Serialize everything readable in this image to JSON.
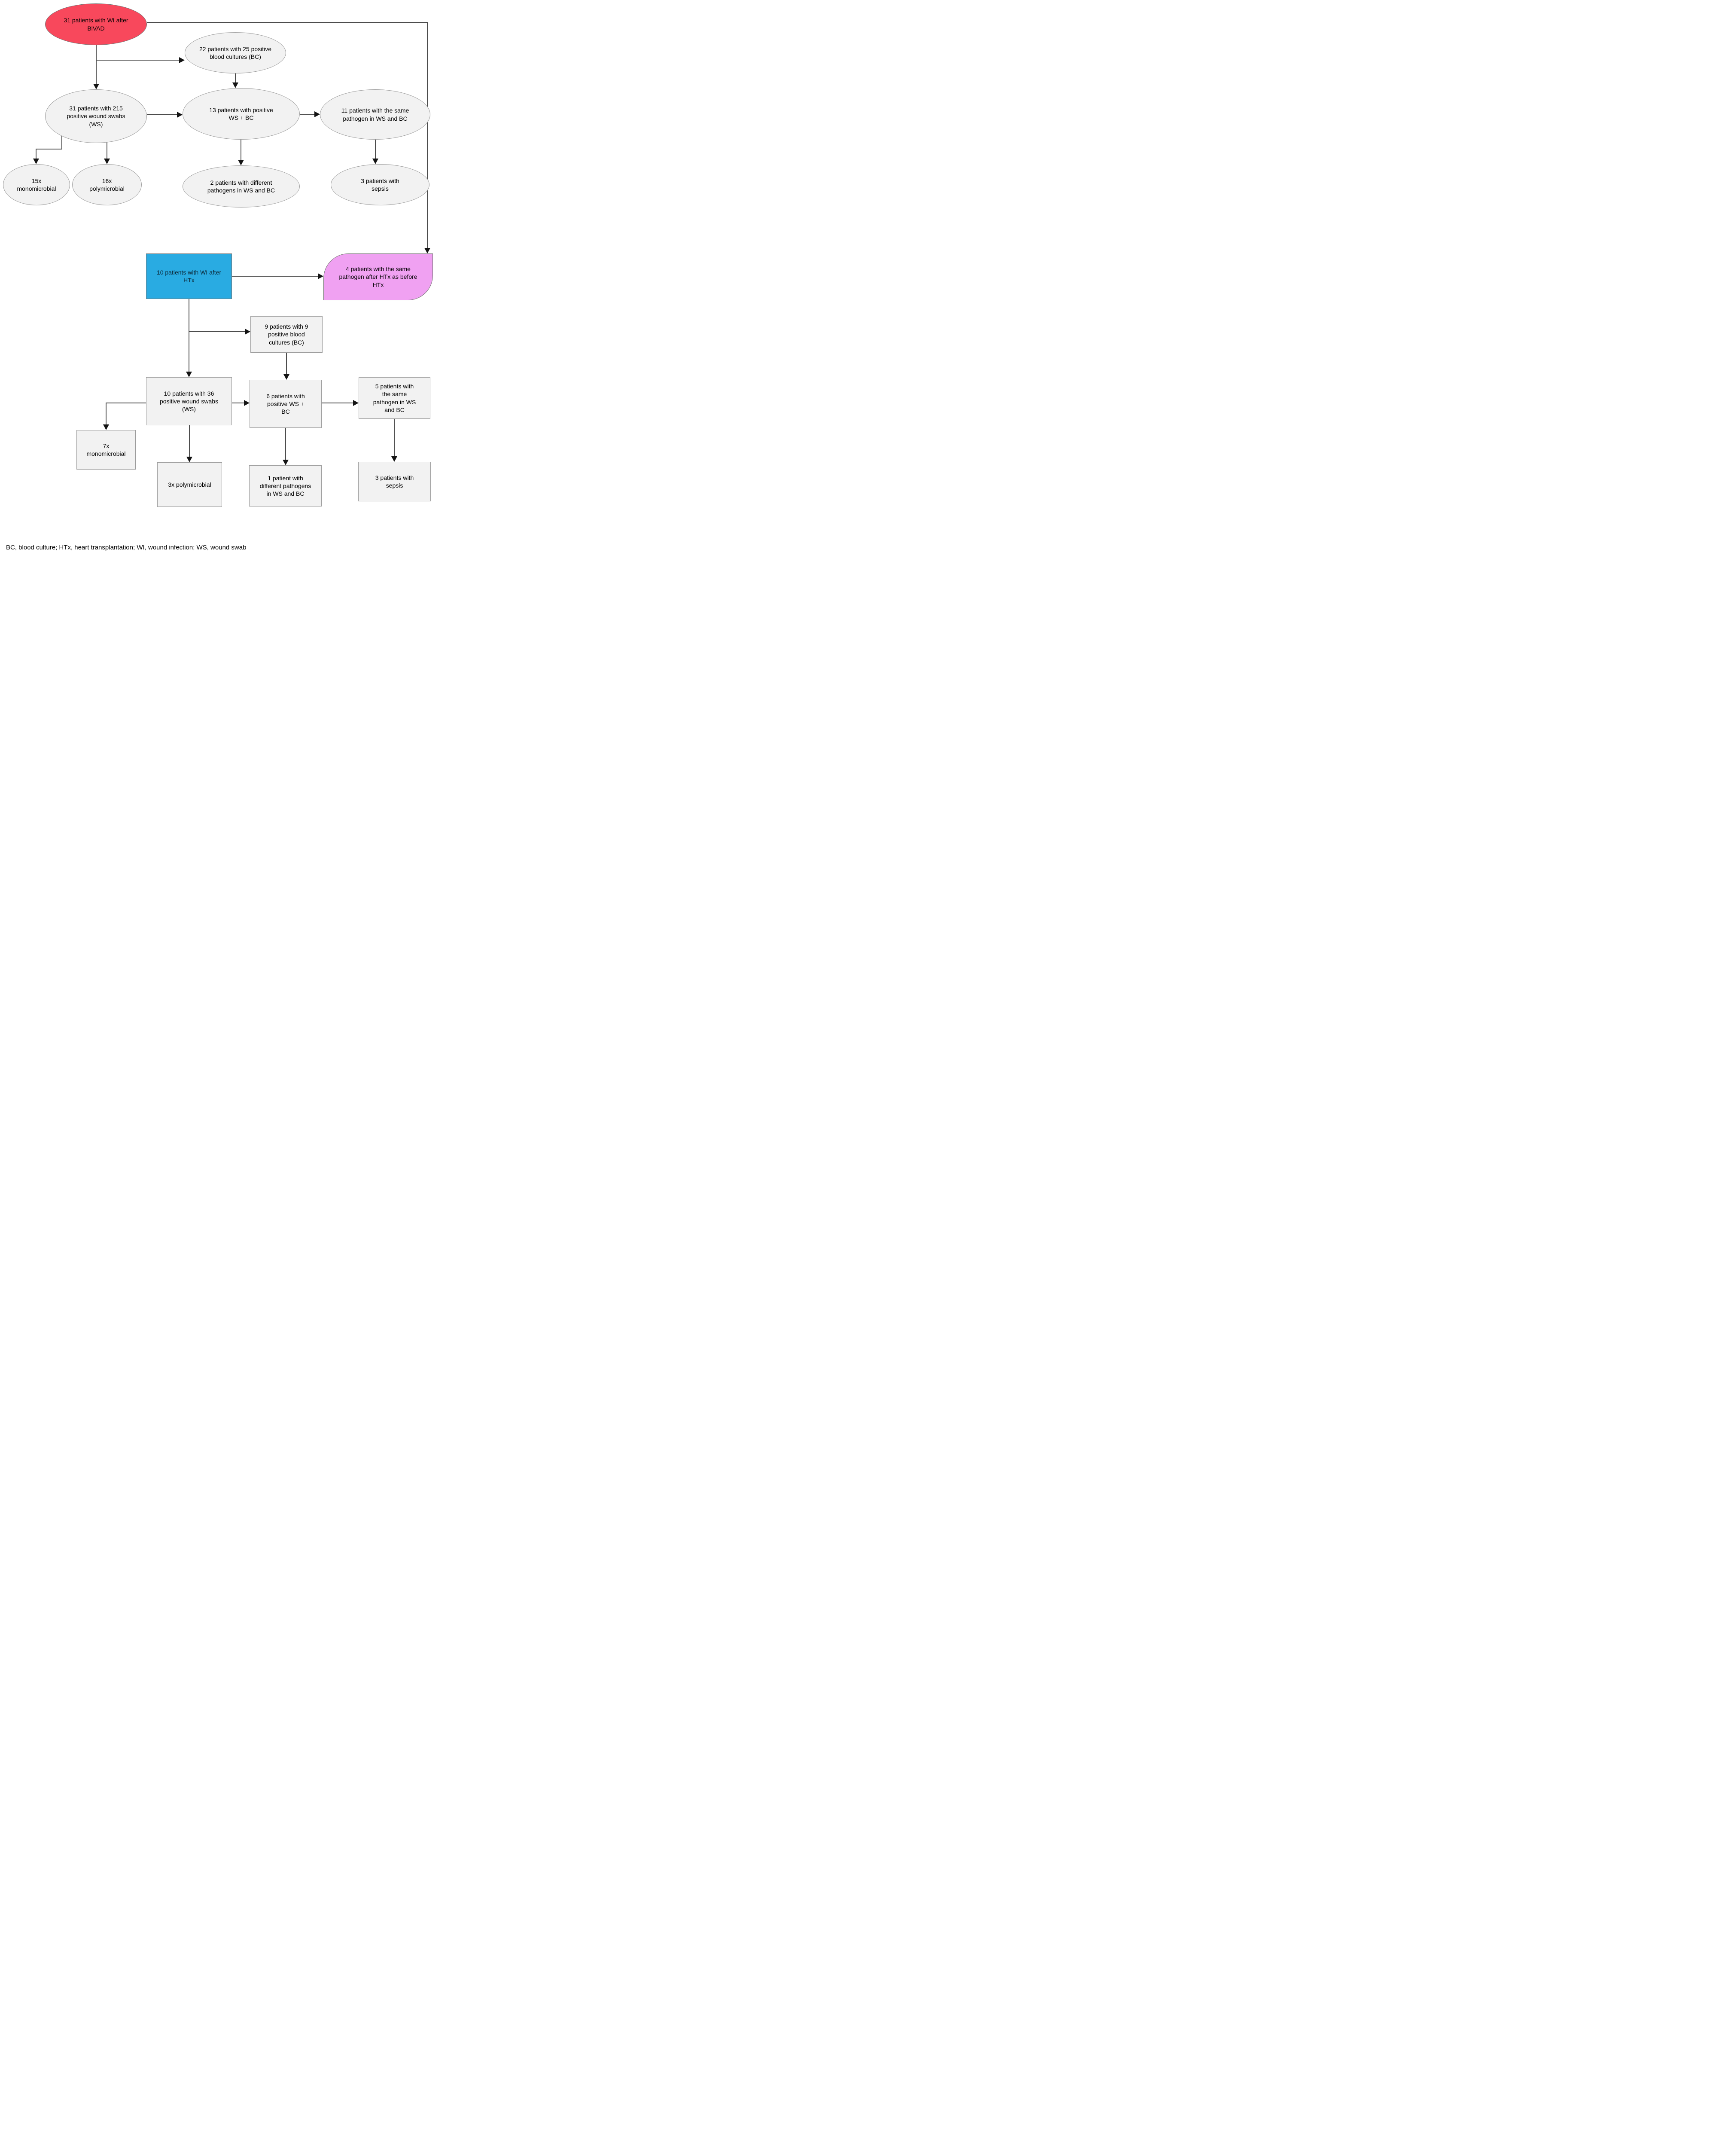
{
  "figure": {
    "type": "flowchart",
    "topic": "Wound infection microbiology after BiVAD and after heart transplantation"
  },
  "colors": {
    "bivad_fill": "#f8485c",
    "htx_fill": "#29abe2",
    "same_pathogen_fill": "#f0a1f2",
    "node_fill": "#f2f2f2",
    "node_border": "#9c9c9c",
    "line_color": "#4d4d4d",
    "arrow_color": "#141414"
  },
  "nodes": {
    "bivad": {
      "label": "31 patients with WI after\nBiVAD"
    },
    "bc22": {
      "label": "22 patients with 25 positive\nblood cultures (BC)"
    },
    "ws31": {
      "label": "31 patients with 215\npositive wound swabs\n(WS)"
    },
    "wsbc13": {
      "label": "13 patients with positive\nWS + BC"
    },
    "same11": {
      "label": "11 patients with the same\npathogen in WS and BC"
    },
    "mono15": {
      "label": "15x\nmonomicrobial"
    },
    "poly16": {
      "label": "16x\npolymicrobial"
    },
    "diff2": {
      "label": "2 patients with different\npathogens in WS and BC"
    },
    "sepsis3a": {
      "label": "3 patients with\nsepsis"
    },
    "htx10": {
      "label": "10 patients with WI after\nHTx"
    },
    "same4": {
      "label": "4 patients with the same\npathogen after HTx as before\nHTx"
    },
    "bc9": {
      "label": "9 patients with 9\npositive blood\ncultures (BC)"
    },
    "ws10": {
      "label": "10 patients with 36\npositive wound swabs\n(WS)"
    },
    "wsbc6": {
      "label": "6 patients with\npositive WS +\nBC"
    },
    "same5": {
      "label": "5 patients with\nthe same\npathogen in WS\nand BC"
    },
    "mono7": {
      "label": "7x\nmonomicrobial"
    },
    "poly3": {
      "label": "3x polymicrobial"
    },
    "diff1": {
      "label": "1 patient with\ndifferent pathogens\nin WS and BC"
    },
    "sepsis3b": {
      "label": "3 patients with\nsepsis"
    }
  },
  "legend": {
    "text": "BC, blood culture; HTx, heart transplantation; WI, wound infection; WS, wound swab"
  }
}
